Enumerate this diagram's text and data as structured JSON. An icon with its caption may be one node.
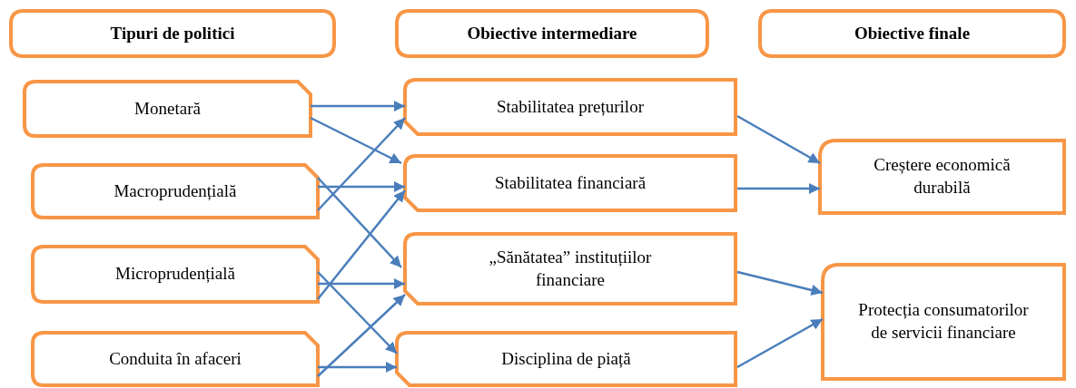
{
  "diagram": {
    "nodes": [
      {
        "text": [
          "Tipuri de politici"
        ]
      },
      {
        "text": [
          "Obiective intermediare"
        ]
      },
      {
        "text": [
          "Obiective finale"
        ]
      },
      {
        "text": [
          "Monetară"
        ]
      },
      {
        "text": [
          "Macroprudențială"
        ]
      },
      {
        "text": [
          "Microprudențială"
        ]
      },
      {
        "text": [
          "Conduita în afaceri"
        ]
      },
      {
        "text": [
          "Stabilitatea prețurilor"
        ]
      },
      {
        "text": [
          "Stabilitatea financiară"
        ]
      },
      {
        "text": [
          "„Sănătatea” instituțiilor financiare"
        ]
      },
      {
        "text": [
          "Disciplina de piață"
        ]
      },
      {
        "text": [
          "Creștere economică durabilă"
        ]
      },
      {
        "text": [
          "Protecția consumatorilor de servicii financiare"
        ]
      }
    ],
    "edges": [
      {
        "from": 3,
        "to": 7,
        "arrow": "to"
      },
      {
        "from": 3,
        "to": 8,
        "arrow": "to"
      },
      {
        "from": 4,
        "to": 8,
        "arrow": "to"
      },
      {
        "from": 4,
        "to": 9,
        "arrow": "to"
      },
      {
        "from": 4,
        "to": 7,
        "arrow": "to"
      },
      {
        "from": 5,
        "to": 9,
        "arrow": "to"
      },
      {
        "from": 5,
        "to": 10,
        "arrow": "to"
      },
      {
        "from": 5,
        "to": 8,
        "arrow": "to"
      },
      {
        "from": 6,
        "to": 10,
        "arrow": "to"
      },
      {
        "from": 6,
        "to": 9,
        "arrow": "to"
      },
      {
        "from": 7,
        "to": 11,
        "arrow": "to"
      },
      {
        "from": 8,
        "to": 11,
        "arrow": "to"
      },
      {
        "from": 9,
        "to": 12,
        "arrow": "to"
      },
      {
        "from": 10,
        "to": 12,
        "arrow": "to"
      }
    ]
  }
}
